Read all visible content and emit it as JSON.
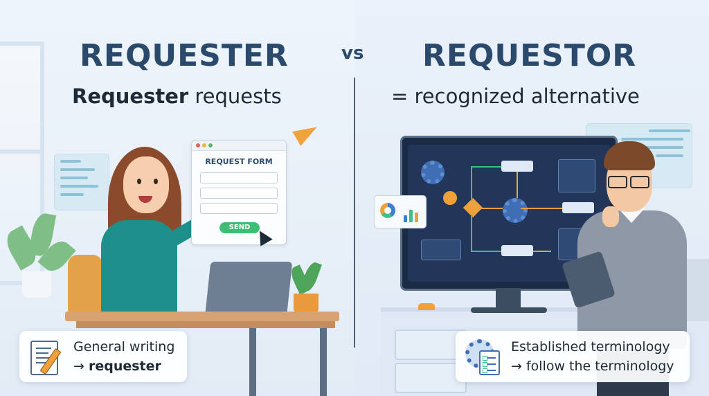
{
  "header": {
    "left_title": "REQUESTER",
    "vs": "vs",
    "right_title": "REQUESTOR",
    "left_subtitle_bold": "Requester",
    "left_subtitle_rest": " requests",
    "right_subtitle": "= recognized alternative"
  },
  "form": {
    "title": "REQUEST FORM",
    "send_label": "SEND"
  },
  "cards": {
    "left": {
      "line1": "General writing",
      "line2_prefix": "→ ",
      "line2_bold": "requester"
    },
    "right": {
      "line1": "Established terminology",
      "line2": "→ follow the terminology"
    }
  },
  "colors": {
    "title": "#2b4a6b",
    "accent_orange": "#f0a03a",
    "accent_green": "#3ebd74",
    "teal_shirt": "#1f8f8c"
  }
}
